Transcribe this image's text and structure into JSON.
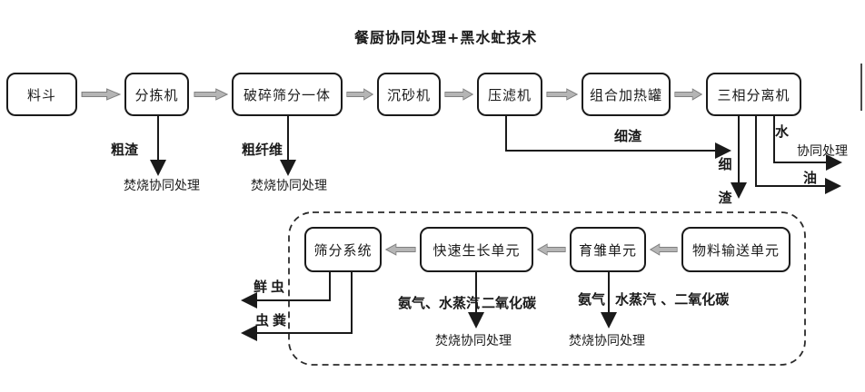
{
  "title": "餐厨协同处理+黑水虻技术",
  "process_flow": {
    "boxes": [
      "料斗",
      "分拣机",
      "破碎筛分一体",
      "沉砂机",
      "压滤机",
      "组合加热罐",
      "三相分离机"
    ]
  },
  "bsf_system": {
    "boxes": [
      "筛分系统",
      "快速生长单元",
      "育雏单元",
      "物料输送单元"
    ]
  },
  "labels": {
    "coarse_residue": "粗渣",
    "incineration_sorting": "焚烧协同处理",
    "coarse_fiber": "粗纤维",
    "incineration_crusher": "焚烧协同处理",
    "fine_residue": "细渣",
    "fine_residue_vertical": "细渣",
    "water": "水",
    "water_co_treatment": "协同处理",
    "oil": "油",
    "fresh_larvae": "鲜虫",
    "larvae_frass": "虫粪",
    "grow_gas_left": "氨气、水蒸汽",
    "grow_gas_right": "二氧化碳",
    "incineration_grow": "焚烧协同处理",
    "brood_gas_left": "氨气",
    "brood_gas_right": "水蒸汽 、二氧化碳",
    "incineration_brood": "焚烧协同处理"
  },
  "colors": {
    "block_arrow_fill": "#b5b5b5",
    "block_arrow_stroke": "#808080",
    "line": "#1a1a1a",
    "dashed_border": "#2b2b2b"
  }
}
